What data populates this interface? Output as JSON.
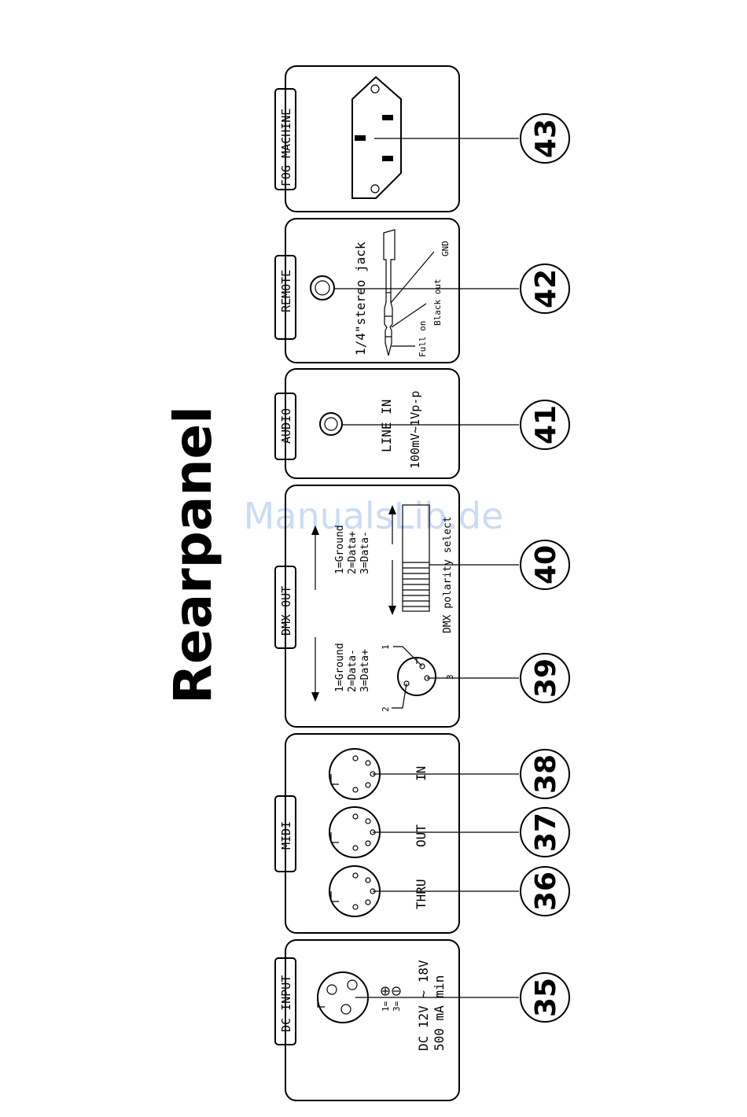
{
  "title": "Rearpanel",
  "watermark": "ManualsLib.de",
  "sections": {
    "dc_input": {
      "label": "DC INPUT",
      "pins": [
        "1=",
        "3="
      ],
      "spec1": "DC 12V ~ 18V",
      "spec2": "500 mA min",
      "callout": "35"
    },
    "midi": {
      "label": "MIDI",
      "ports": [
        {
          "label": "THRU",
          "callout": "36"
        },
        {
          "label": "OUT",
          "callout": "37"
        },
        {
          "label": "IN",
          "callout": "38"
        }
      ]
    },
    "dmx_out": {
      "label": "DMX OUT",
      "left_pins": [
        "1=Ground",
        "2=Data-",
        "3=Data+"
      ],
      "right_pins": [
        "1=Ground",
        "2=Data+",
        "3=Data-"
      ],
      "xlr_pins": [
        "1",
        "2",
        "3"
      ],
      "switch_label": "DMX polarity select",
      "callout_xlr": "39",
      "callout_switch": "40"
    },
    "audio": {
      "label": "AUDIO",
      "line1": "LINE IN",
      "line2": "100mV~1Vp-p",
      "callout": "41"
    },
    "remote": {
      "label": "REMOTE",
      "jack_text": "1/4\"stereo jack",
      "gnd": "GND",
      "black_out": "Black out",
      "full_on": "Full on",
      "callout": "42"
    },
    "fog": {
      "label": "FOG MACHINE",
      "callout": "43"
    }
  }
}
